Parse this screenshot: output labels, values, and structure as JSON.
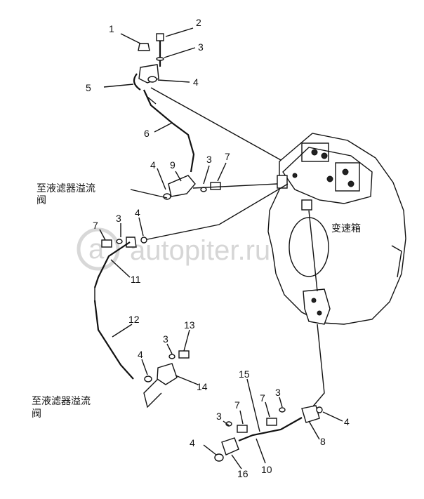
{
  "diagram": {
    "part_numbers": [
      "1",
      "2",
      "3",
      "5",
      "4",
      "6",
      "4",
      "9",
      "3",
      "7",
      "7",
      "3",
      "4",
      "11",
      "12",
      "3",
      "13",
      "4",
      "14",
      "15",
      "7",
      "7",
      "3",
      "3",
      "4",
      "8",
      "4",
      "10",
      "16"
    ],
    "annotation_top": [
      "至液滤器溢流",
      "阀"
    ],
    "annotation_bottom": [
      "至液滤器溢流",
      "阀"
    ],
    "transmission_label": "变速箱",
    "watermark": "autopiter.ru",
    "watermark_logo": "a"
  }
}
